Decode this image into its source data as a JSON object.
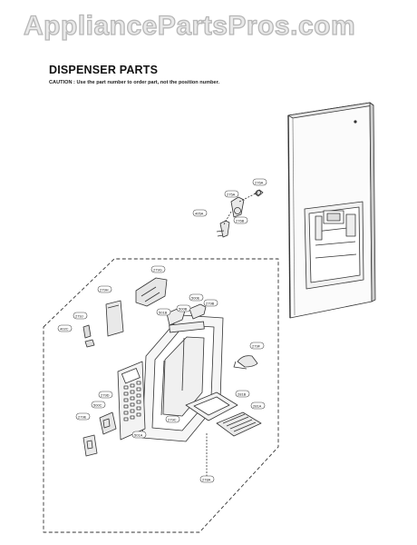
{
  "watermark": {
    "text": "AppliancePartsPros.com"
  },
  "header": {
    "title": "DISPENSER PARTS",
    "caution": "CAUTION : Use the part number to order part, not the position number."
  },
  "labels": {
    "p276a_top": "276A",
    "p275a": "275A",
    "p405a": "405A",
    "p276b": "276B",
    "p279g": "279G",
    "p279h": "279H",
    "p501b": "501B",
    "p500b": "500B",
    "p500e": "500E",
    "p279b": "279B",
    "p279j": "279J",
    "p402c": "402C",
    "p279d": "279D",
    "p500c": "500C",
    "p279e": "279E",
    "p501a": "501A",
    "p279c": "279C",
    "p281b": "281B",
    "p281a": "281A",
    "p279f": "279F",
    "p278a": "278A"
  }
}
